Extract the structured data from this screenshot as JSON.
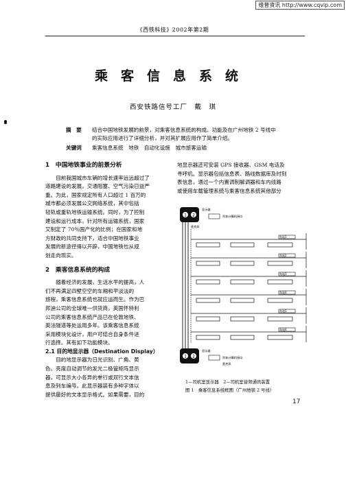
{
  "watermark": "维普资讯 http://www.cqvip.com",
  "journal_line": "《西铁科技》2002年第2期",
  "title": "乘客信息系统",
  "author": "西安铁路信号工厂　戴　琪",
  "abstract_label": "摘　要",
  "abstract_text": [
    "结合中国地铁发展的前景，对乘客信息系统的构成、功能及在广州地铁 2 号线中",
    "的实际应用进行了详细分析，并对其扩展应用作了简单介绍。"
  ],
  "keywords_label": "关键词",
  "keywords_text": "乘客信息系统　地铁　自动化设施　城市旅客运输",
  "section1_heading": "1　中国地铁事业的前景分析",
  "section1_paragraph": [
    "目前我国城市车辆的增长速率远远超过了",
    "道路建设的发展，交通阻塞、空气污染日益严",
    "重。为此，国家规定所有人口超过 1 百万的",
    "城市都必须发展公交网络系统，其中包括",
    "轻轨或重轨地铁运输系统。同时，为了控制",
    "建设和运行成本，针对所有运输系统，国家",
    "又制定了 70％国产化的比例；在国家和地",
    "方财政的共同支持下，适合中国地铁事业",
    "发展的新途径得以开辟，中国地铁也从规",
    "划走向现实。"
  ],
  "section2_heading": "2　乘客信息系统的构成",
  "section2_paragraph": [
    "随着经济的发展，生活水平的提高，人",
    "们不再满足四壁空空的车厢和平淡淡的",
    "旅程，乘客信息系统也就应运而生。作为巴",
    "邦迪公司的全球唯一供货商，英国怀特利",
    "公司的乘客信息系统产品已在伦敦地铁、",
    "英法隧道等处运用多年。该乘客信息系统",
    "采用模块化设计，用户可结合自身条件进",
    "行选择。其有如下功能模块。"
  ],
  "subsection_heading": "2.1 目的地显示器（Destination Display）",
  "subsection_paragraph": [
    "目的地显示器为日光识别、广角、黄",
    "色、亮度自动调节的发光二极管矩阵显示",
    "器，可显示大小各异的单行或双行文本信",
    "息及列车编号。此显示器装有多种字体以",
    "提供最好的文本显示格式。如果需要，目的"
  ],
  "right_paragraph": [
    "地显示器还可安装 GPS 接收器、GSM 电话及",
    "寻呼机。显示器包括信息表、路线数据库及时刻",
    "表信息，通过一个内置调制解调器和车内线路",
    "或使用车载管理系统与乘客信息系统其他部分"
  ],
  "figure": {
    "top_labels": {
      "box": "显示器",
      "mic": "麦克风",
      "iface": "列车计算机接口"
    },
    "stations": [
      "车站1",
      "车站2",
      "车站3",
      "车站4",
      "车站5",
      "车站6"
    ],
    "bottom_labels": {
      "box": "显示器",
      "iface": "列车计算机接口",
      "mic": "麦克风"
    }
  },
  "caption_legend": "1—司机室显示器　2—司机室音频通讯装置",
  "caption_title": "图 1　乘客信息系统框图（广州地铁 2 号线）",
  "page_number": "17"
}
